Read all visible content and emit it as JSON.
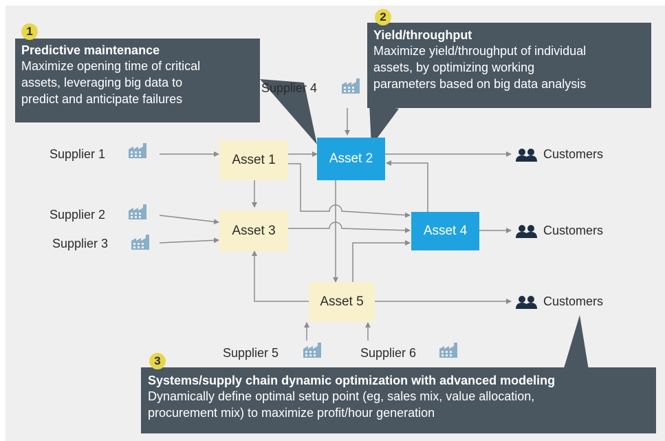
{
  "diagram": {
    "assets": {
      "a1": "Asset 1",
      "a2": "Asset 2",
      "a3": "Asset 3",
      "a4": "Asset 4",
      "a5": "Asset 5"
    },
    "suppliers": {
      "s1": "Supplier 1",
      "s2": "Supplier 2",
      "s3": "Supplier 3",
      "s4": "Supplier 4",
      "s5": "Supplier 5",
      "s6": "Supplier 6"
    },
    "customers": [
      "Customers",
      "Customers",
      "Customers"
    ],
    "icons": {
      "supplier": "factory-icon",
      "customer": "people-icon"
    },
    "colors": {
      "background": "#efefef",
      "asset_light": "#f8f1cc",
      "asset_blue": "#1fa3e0",
      "callout": "#4a5660",
      "badge": "#e6d74a",
      "connector": "#8c8c8c",
      "icon": "#8aaec8",
      "customer_icon": "#1e2f44"
    }
  },
  "callouts": [
    {
      "number": "1",
      "title": "Predictive maintenance",
      "lines": [
        "Maximize opening time of critical",
        "assets, leveraging big data to",
        "predict and anticipate failures"
      ]
    },
    {
      "number": "2",
      "title": "Yield/throughput",
      "lines": [
        "Maximize yield/throughput of individual",
        "assets, by optimizing working",
        "parameters based on big data analysis"
      ]
    },
    {
      "number": "3",
      "title": "Systems/supply chain dynamic optimization with advanced modeling",
      "lines": [
        "Dynamically define optimal setup point (eg, sales mix, value allocation,",
        "procurement mix) to maximize profit/hour generation"
      ]
    }
  ]
}
